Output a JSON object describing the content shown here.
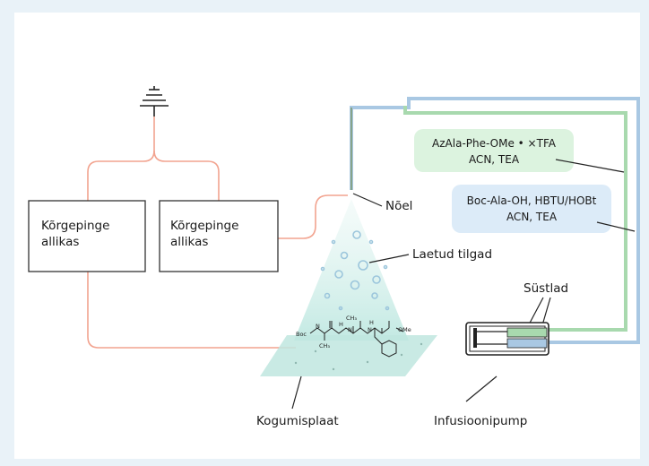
{
  "sources": {
    "left": {
      "line1": "Kõrgepinge",
      "line2": "allikas"
    },
    "right": {
      "line1": "Kõrgepinge",
      "line2": "allikas"
    }
  },
  "labels": {
    "needle": "Nõel",
    "droplets": "Laetud tilgad",
    "syringes": "Süstlad",
    "plate": "Kogumisplaat",
    "pump": "Infusioonipump"
  },
  "reagents": {
    "green": {
      "line1": "AzAla-Phe-OMe • ×TFA",
      "line2": "ACN, TEA",
      "color": "#dcf3df"
    },
    "blue": {
      "line1": "Boc-Ala-OH, HBTU/HOBt",
      "line2": "ACN, TEA",
      "color": "#dcebf8"
    }
  },
  "molecule": {
    "boc": "Boc",
    "ome": "OMe",
    "nh1": "H",
    "nh1n": "N",
    "ch3": "CH₃",
    "n2": "N",
    "h3": "H",
    "n3": "N",
    "ch3b": "CH₃"
  },
  "colors": {
    "wire": "#f2a38f",
    "tube_green": "#a8d9ae",
    "tube_blue": "#a9c8e3",
    "spray": "#c9ebe6",
    "plate": "#bfe6df"
  }
}
